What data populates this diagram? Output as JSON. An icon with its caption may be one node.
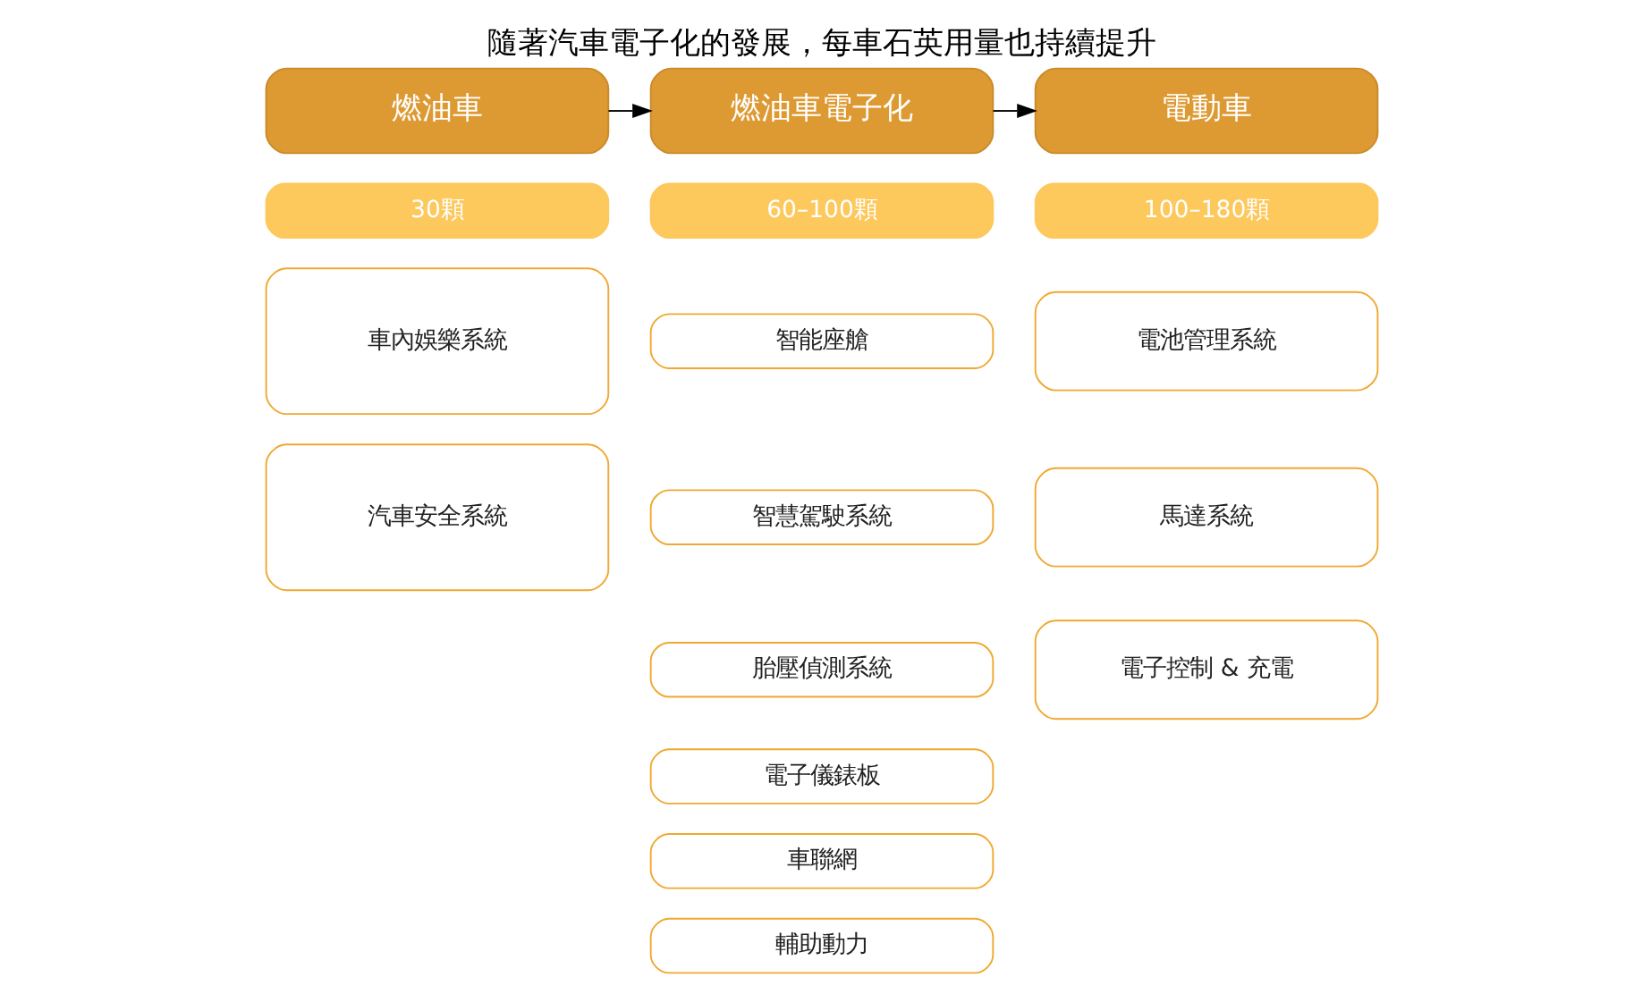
{
  "diagram": {
    "title": "隨著汽車電子化的發展，每車石英用量也持續提升",
    "nodes": [
      {
        "text": [
          "燃油車"
        ]
      },
      {
        "text": [
          "30顆"
        ]
      },
      {
        "text": [
          "車內娛樂系統"
        ]
      },
      {
        "text": [
          "汽車安全系統"
        ]
      },
      {
        "text": [
          "燃油車電子化"
        ]
      },
      {
        "text": [
          "60–100顆"
        ]
      },
      {
        "text": [
          "智能座艙"
        ]
      },
      {
        "text": [
          "智慧駕駛系統"
        ]
      },
      {
        "text": [
          "胎壓偵測系統"
        ]
      },
      {
        "text": [
          "電子儀錶板"
        ]
      },
      {
        "text": [
          "車聯網"
        ]
      },
      {
        "text": [
          "輔助動力"
        ]
      },
      {
        "text": [
          "電動車"
        ]
      },
      {
        "text": [
          "100–180顆"
        ]
      },
      {
        "text": [
          "電池管理系統"
        ]
      },
      {
        "text": [
          "馬達系統"
        ]
      },
      {
        "text": [
          "電子控制 & 充電"
        ]
      }
    ],
    "edges": [
      {
        "from": 0,
        "to": 4,
        "arrow": "to"
      },
      {
        "from": 4,
        "to": 12,
        "arrow": "to"
      }
    ]
  }
}
